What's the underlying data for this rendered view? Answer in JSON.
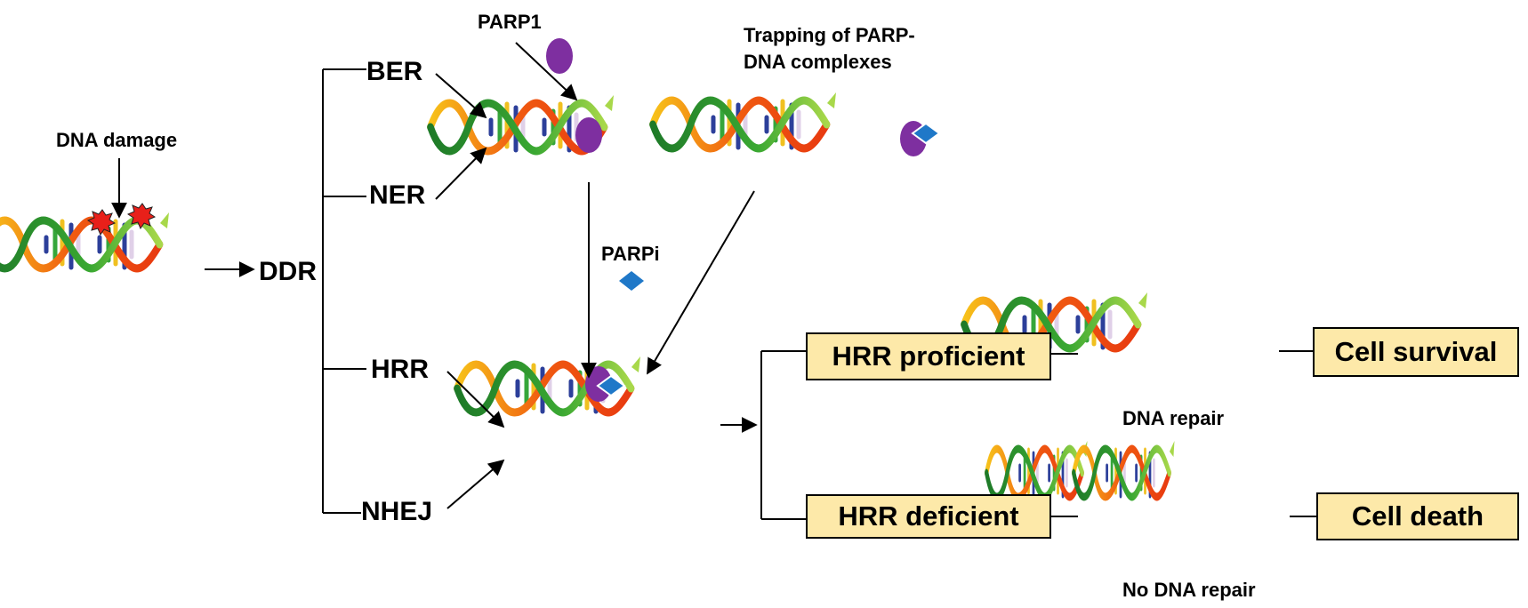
{
  "labels": {
    "dna_damage": "DNA damage",
    "ddr": "DDR",
    "ber": "BER",
    "ner": "NER",
    "hrr": "HRR",
    "nhej": "NHEJ",
    "parp1": "PARP1",
    "parpi": "PARPi",
    "trapping_line1": "Trapping of PARP-",
    "trapping_line2": "DNA complexes",
    "dna_repair": "DNA repair",
    "no_dna_repair": "No DNA repair"
  },
  "boxes": {
    "hrr_proficient": "HRR proficient",
    "hrr_deficient": "HRR deficient",
    "cell_survival": "Cell survival",
    "cell_death": "Cell death"
  },
  "colors": {
    "box_fill": "#fde9a9",
    "parp_purple": "#7e2fa0",
    "parpi_blue": "#1f78c8",
    "damage_red": "#e8201a",
    "strand_green": "#2e9a2a",
    "strand_orange": "#f26a10"
  },
  "icons": {
    "dna_helix": "dna-helix-icon",
    "parp1_protein": "parp1-protein-icon",
    "parp_inhibitor": "parp-inhibitor-icon",
    "damage_marker": "damage-star-icon"
  }
}
